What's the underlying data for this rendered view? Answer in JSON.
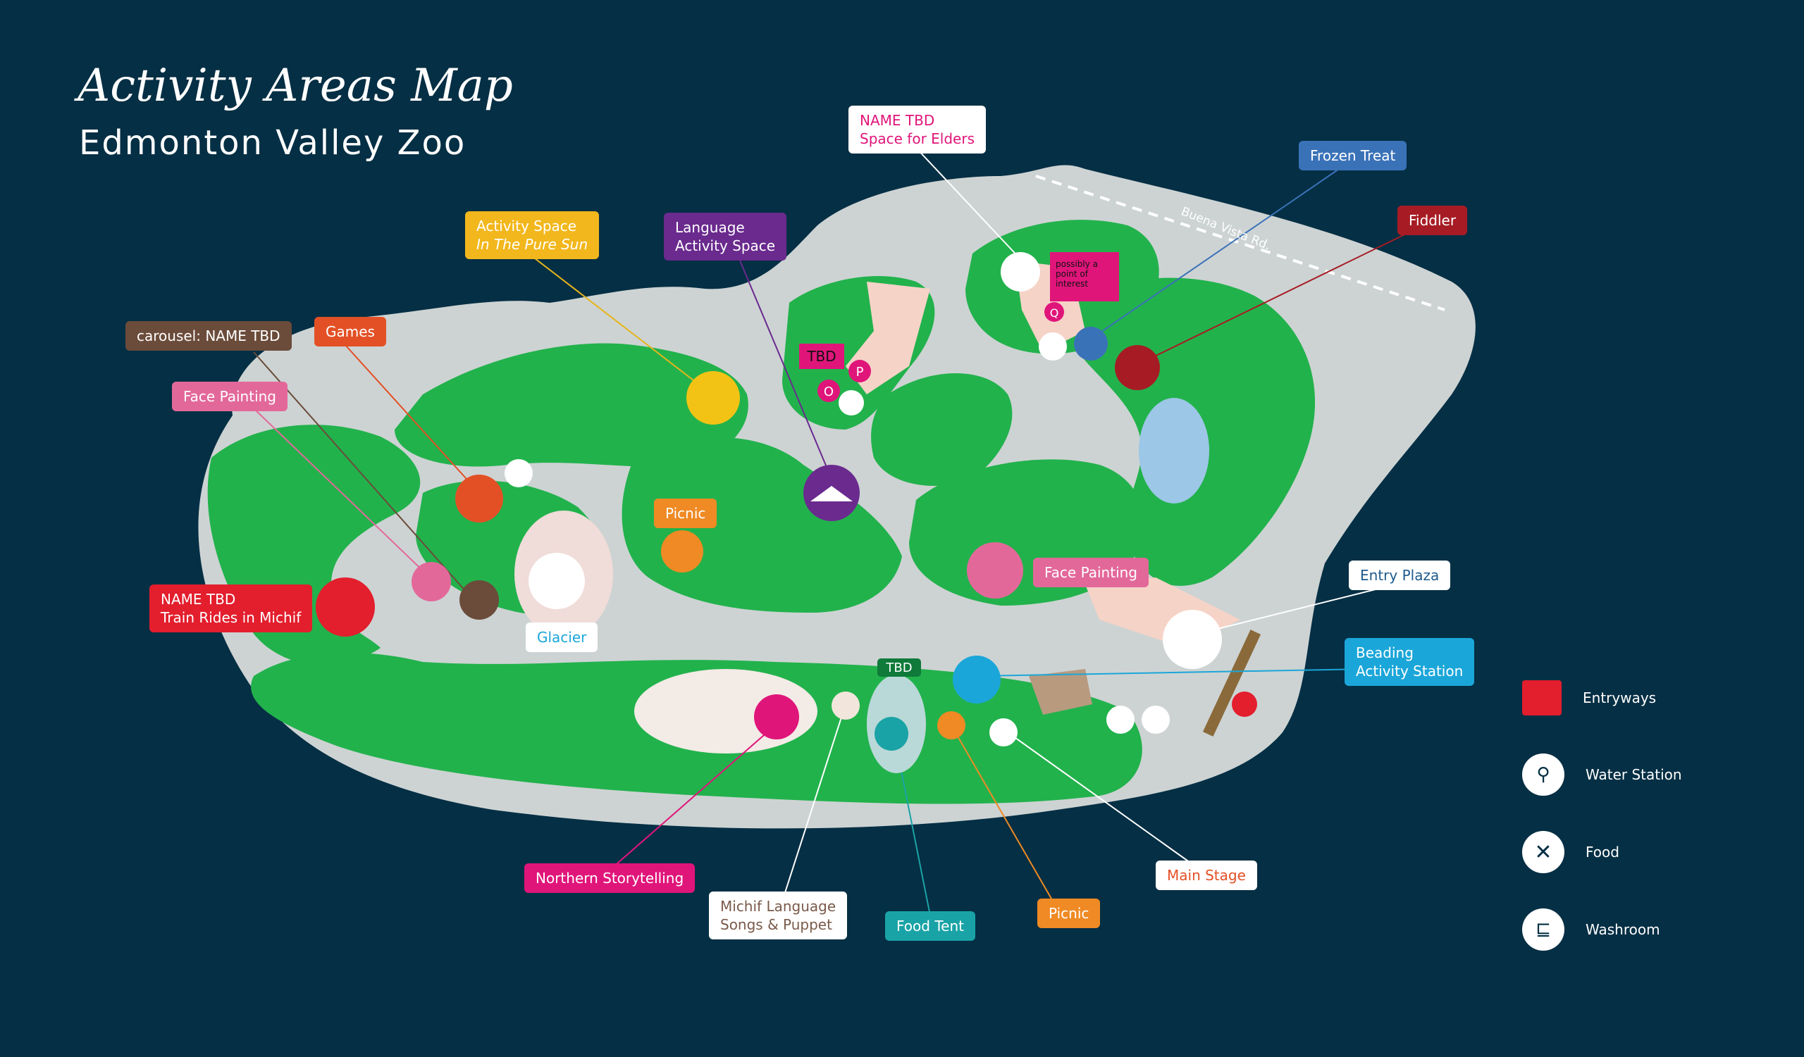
{
  "title": {
    "script": "Activity Areas Map",
    "main": "Edmonton Valley Zoo"
  },
  "road_label": "Buena Vista Rd.",
  "colors": {
    "background": "#052f44",
    "path": "#cdd3d3",
    "grass": "#22b24c",
    "dark_grass": "#0f7a3a"
  },
  "labels": {
    "elders": {
      "line1": "NAME TBD",
      "line2": "Space for Elders"
    },
    "frozen_treat": "Frozen Treat",
    "fiddler": "Fiddler",
    "pure_sun": {
      "line1": "Activity Space",
      "line2": "In The Pure Sun"
    },
    "language": {
      "line1": "Language",
      "line2": "Activity Space"
    },
    "carousel": "carousel: NAME TBD",
    "games": "Games",
    "face_painting_left": "Face Painting",
    "train": {
      "line1": "NAME TBD",
      "line2": "Train Rides in Michif"
    },
    "picnic_center": "Picnic",
    "glacier": "Glacier",
    "face_painting_right": "Face Painting",
    "entry_plaza": "Entry Plaza",
    "beading": {
      "line1": "Beading",
      "line2": "Activity Station"
    },
    "tbd_small": "TBD",
    "tbd_tag": "TBD",
    "poi_note": "possibly a point of interest",
    "storytelling": "Northern Storytelling",
    "michif": {
      "line1": "Michif Language",
      "line2": "Songs & Puppet"
    },
    "food_tent": "Food Tent",
    "picnic_bottom": "Picnic",
    "main_stage": "Main Stage"
  },
  "markers": {
    "p": "P",
    "o": "O",
    "q": "Q"
  },
  "legend": [
    {
      "label": "Entryways",
      "icon": "entryway-icon"
    },
    {
      "label": "Water Station",
      "icon": "water-station-icon"
    },
    {
      "label": "Food",
      "icon": "food-icon"
    },
    {
      "label": "Washroom",
      "icon": "washroom-icon"
    }
  ]
}
